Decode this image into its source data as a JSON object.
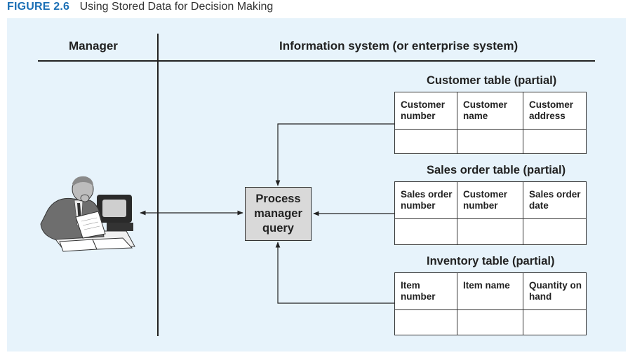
{
  "figure": {
    "label": "FIGURE 2.6",
    "title": "Using Stored Data for Decision Making"
  },
  "columns": {
    "left": "Manager",
    "right": "Information system (or enterprise system)"
  },
  "process": {
    "label": "Process manager query"
  },
  "tables": [
    {
      "title": "Customer table (partial)",
      "headers": [
        "Customer number",
        "Customer name",
        "Customer address"
      ]
    },
    {
      "title": "Sales order table (partial)",
      "headers": [
        "Sales order number",
        "Customer number",
        "Sales order date"
      ]
    },
    {
      "title": "Inventory table (partial)",
      "headers": [
        "Item number",
        "Item name",
        "Quantity on hand"
      ]
    }
  ],
  "icons": {
    "manager": "manager-at-computer-illustration"
  },
  "colors": {
    "figure_label": "#1b6fb5",
    "panel_background": "#e7f3fb",
    "process_box": "#d9d9d9"
  }
}
